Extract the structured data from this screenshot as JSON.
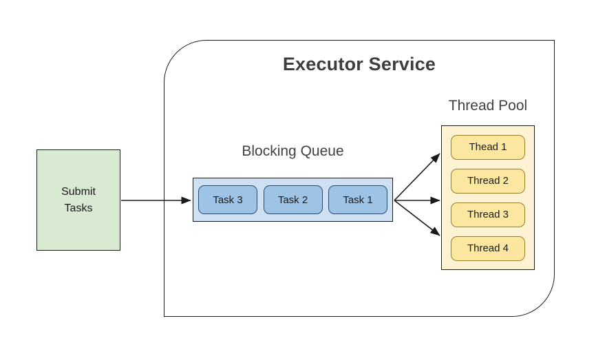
{
  "diagram": {
    "title": "Executor Service",
    "background_color": "#ffffff",
    "outline_color": "#1a1a1a"
  },
  "submit": {
    "line1": "Submit",
    "line2": "Tasks",
    "fill_color": "#d9ead3"
  },
  "queue": {
    "label": "Blocking Queue",
    "fill_color": "#cfe0f3",
    "task_fill_color": "#9dc3e6",
    "tasks": [
      {
        "label": "Task 3"
      },
      {
        "label": "Task 2"
      },
      {
        "label": "Task 1"
      }
    ]
  },
  "thread_pool": {
    "label": "Thread Pool",
    "fill_color": "#fdf3d3",
    "thread_fill_color": "#fbe79f",
    "threads": [
      {
        "label": "Thead 1"
      },
      {
        "label": "Thread 2"
      },
      {
        "label": "Thread 3"
      },
      {
        "label": "Thread 4"
      }
    ]
  },
  "arrows": [
    {
      "name": "submit-to-queue",
      "from": "submit-tasks-box",
      "to": "blocking-queue"
    },
    {
      "name": "queue-to-thread-upper",
      "from": "blocking-queue",
      "to": "thread-pool"
    },
    {
      "name": "queue-to-thread-middle",
      "from": "blocking-queue",
      "to": "thread-pool"
    },
    {
      "name": "queue-to-thread-lower",
      "from": "blocking-queue",
      "to": "thread-pool"
    }
  ]
}
